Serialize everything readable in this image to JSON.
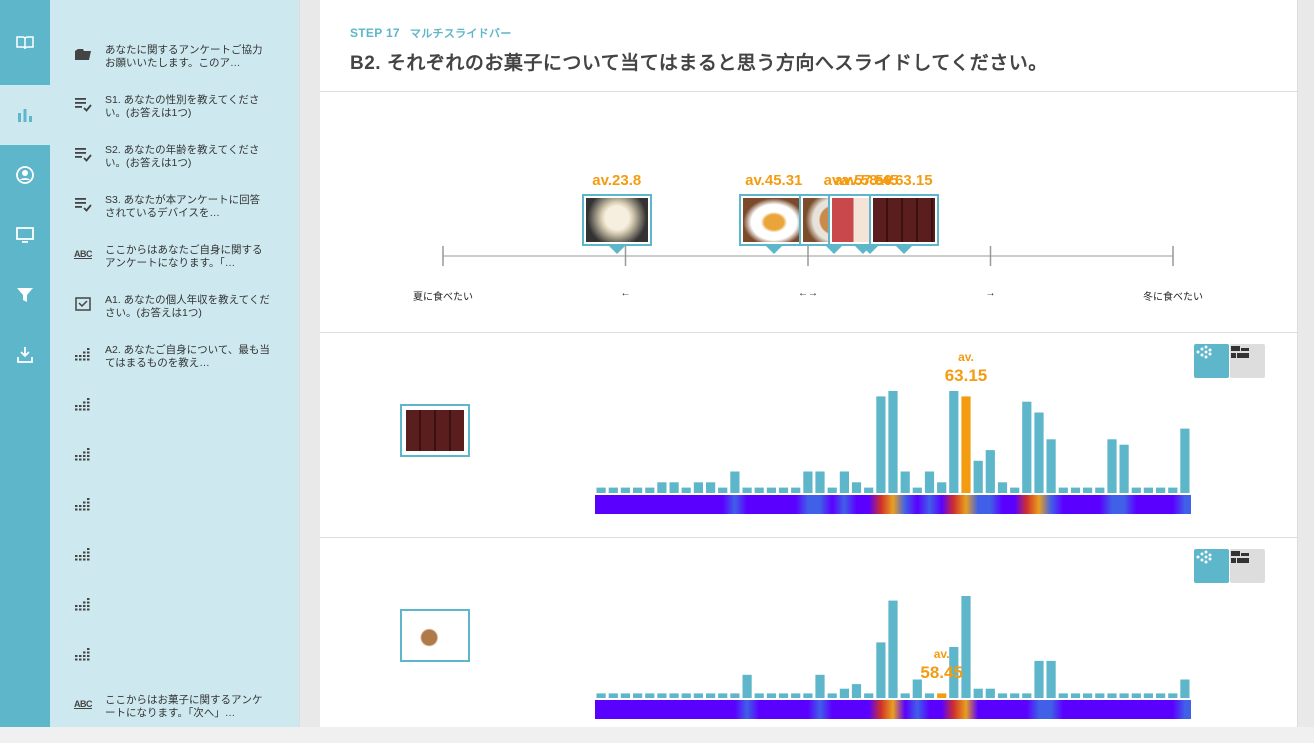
{
  "rail": {
    "items": [
      {
        "icon": "book-icon",
        "active": false
      },
      {
        "icon": "bar-chart-icon",
        "active": true
      },
      {
        "icon": "user-circle-icon",
        "active": false
      },
      {
        "icon": "monitor-icon",
        "active": false
      },
      {
        "icon": "filter-icon",
        "active": false
      },
      {
        "icon": "download-icon",
        "active": false
      }
    ]
  },
  "sidebar": {
    "items": [
      {
        "icon": "folder-open-icon",
        "text": "あなたに関するアンケートご協力お願いいたします。このア…"
      },
      {
        "icon": "checklist-icon",
        "text": "S1. あなたの性別を教えてください。(お答えは1つ)"
      },
      {
        "icon": "checklist-icon",
        "text": "S2. あなたの年齢を教えてください。(お答えは1つ)"
      },
      {
        "icon": "checklist-icon",
        "text": "S3. あなたが本アンケートに回答されているデバイスを…"
      },
      {
        "icon": "abc-icon",
        "text": "ここからはあなたご自身に関するアンケートになります。「…"
      },
      {
        "icon": "select-box-icon",
        "text": "A1. あなたの個人年収を教えてください。(お答えは1つ)"
      },
      {
        "icon": "matrix-icon",
        "text": "A2. あなたご自身について、最も当てはまるものを教え…"
      },
      {
        "icon": "matrix-icon",
        "text": ""
      },
      {
        "icon": "matrix-icon",
        "text": ""
      },
      {
        "icon": "matrix-icon",
        "text": ""
      },
      {
        "icon": "matrix-icon",
        "text": ""
      },
      {
        "icon": "matrix-icon",
        "text": ""
      },
      {
        "icon": "matrix-icon",
        "text": ""
      },
      {
        "icon": "abc-icon",
        "text": "ここからはお菓子に関するアンケートになります。「次へ」…"
      }
    ]
  },
  "header": {
    "step": "STEP 17",
    "step_type": "マルチスライドバー",
    "question": "B2. それぞれのお菓子について当てはまると思う方向へスライドしてください。"
  },
  "scale": {
    "min": 0,
    "max": 100,
    "labels": [
      "夏に食べたい",
      "←",
      "←→",
      "→",
      "冬に食べたい"
    ],
    "markers": [
      {
        "item": "ice-cream",
        "label": "av.23.8",
        "value": 23.8
      },
      {
        "item": "pudding",
        "label": "av.45.31",
        "value": 45.31
      },
      {
        "item": "donut",
        "label": "av.",
        "value": 53.5
      },
      {
        "item": "cookie",
        "label": "av.58.45",
        "value": 58.45
      },
      {
        "item": "cake",
        "label": "av.57.56",
        "value": 57.56
      },
      {
        "item": "chocolate",
        "label": "av.63.15",
        "value": 63.15
      }
    ]
  },
  "charts": [
    {
      "item": "chocolate",
      "average_label_top": "av.",
      "average_value": "63.15",
      "highlight_index": 30,
      "bins": [
        1,
        1,
        1,
        1,
        1,
        2,
        2,
        1,
        2,
        2,
        1,
        4,
        1,
        1,
        1,
        1,
        1,
        4,
        4,
        1,
        4,
        2,
        1,
        18,
        19,
        4,
        1,
        4,
        2,
        19,
        18,
        6,
        8,
        2,
        1,
        17,
        15,
        10,
        1,
        1,
        1,
        1,
        10,
        9,
        1,
        1,
        1,
        1,
        12
      ],
      "heat_peaks": [
        23,
        24,
        29,
        30,
        35,
        36
      ]
    },
    {
      "item": "cookie",
      "average_label_top": "av.",
      "average_value": "58.45",
      "highlight_index": 28,
      "bins": [
        1,
        1,
        1,
        1,
        1,
        1,
        1,
        1,
        1,
        1,
        1,
        1,
        5,
        1,
        1,
        1,
        1,
        1,
        5,
        1,
        2,
        3,
        1,
        12,
        21,
        1,
        4,
        1,
        1,
        11,
        22,
        2,
        2,
        1,
        1,
        1,
        8,
        8,
        1,
        1,
        1,
        1,
        1,
        1,
        1,
        1,
        1,
        1,
        4
      ],
      "heat_peaks": [
        23,
        24,
        29,
        30
      ]
    }
  ],
  "colors": {
    "accent": "#5db6c9",
    "highlight": "#f39c12",
    "bar": "#5db6c9"
  }
}
